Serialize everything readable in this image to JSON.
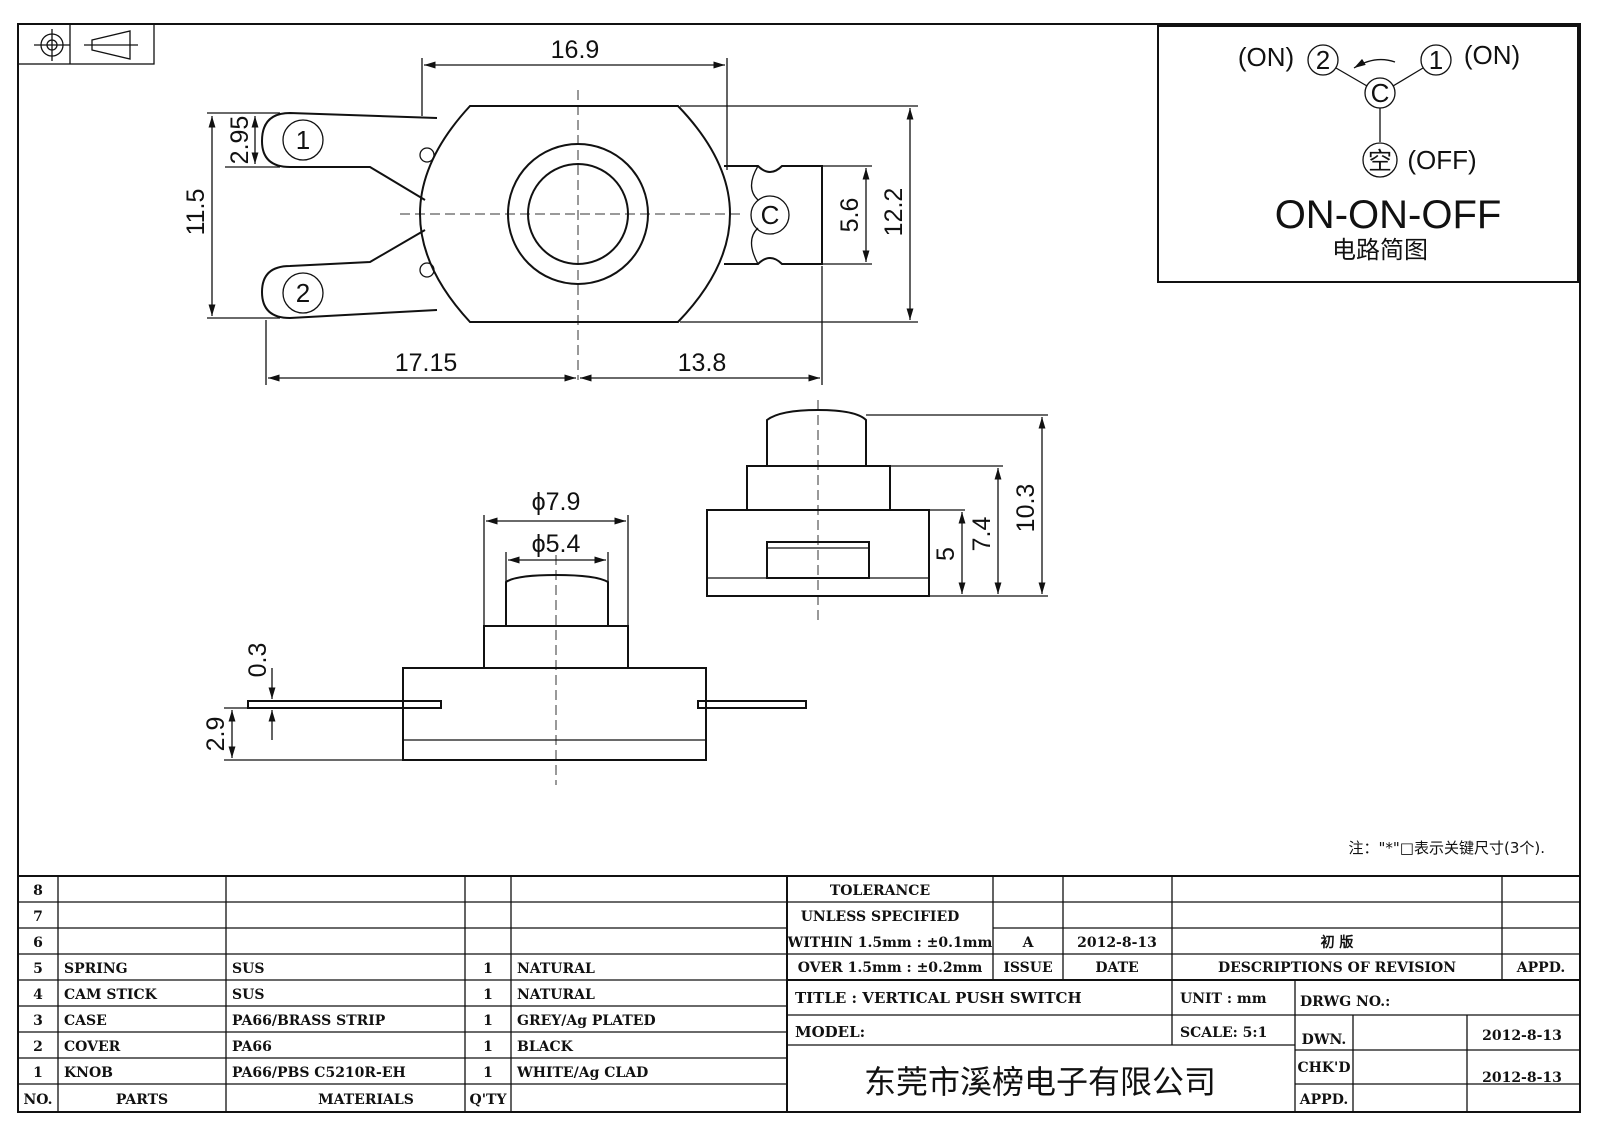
{
  "top_view": {
    "width_169": "16.9",
    "dim_295": "2.95",
    "dim_115": "11.5",
    "dim_56": "5.6",
    "dim_122": "12.2",
    "dim_1715": "17.15",
    "dim_138": "13.8",
    "term_1": "1",
    "term_2": "2",
    "term_c": "C"
  },
  "side_view": {
    "phi79": "ϕ7.9",
    "phi54": "ϕ5.4",
    "dim_03": "0.3",
    "dim_29": "2.9"
  },
  "front_view": {
    "dim_5": "5",
    "dim_74": "7.4",
    "dim_103": "10.3"
  },
  "circuit": {
    "on_left": "(ON)",
    "on_right": "(ON)",
    "off": "(OFF)",
    "n2": "2",
    "n1": "1",
    "nc": "C",
    "nempty": "空",
    "title": "ON-ON-OFF",
    "subtitle": "电路简图"
  },
  "note": "注：\"*\"□表示关键尺寸(3个).",
  "parts": [
    {
      "no": "8",
      "part": "",
      "material": "",
      "qty": "",
      "finish": ""
    },
    {
      "no": "7",
      "part": "",
      "material": "",
      "qty": "",
      "finish": ""
    },
    {
      "no": "6",
      "part": "",
      "material": "",
      "qty": "",
      "finish": ""
    },
    {
      "no": "5",
      "part": "SPRING",
      "material": "SUS",
      "qty": "1",
      "finish": "NATURAL"
    },
    {
      "no": "4",
      "part": "CAM STICK",
      "material": "SUS",
      "qty": "1",
      "finish": "NATURAL"
    },
    {
      "no": "3",
      "part": "CASE",
      "material": "PA66/BRASS STRIP",
      "qty": "1",
      "finish": "GREY/Ag PLATED"
    },
    {
      "no": "2",
      "part": "COVER",
      "material": "PA66",
      "qty": "1",
      "finish": "BLACK"
    },
    {
      "no": "1",
      "part": "KNOB",
      "material": "PA66/PBS C5210R-EH",
      "qty": "1",
      "finish": "WHITE/Ag CLAD"
    }
  ],
  "parts_header": {
    "no": "NO.",
    "part": "PARTS",
    "material": "MATERIALS",
    "qty": "Q'TY"
  },
  "tolerance": {
    "l1": "TOLERANCE",
    "l2": "UNLESS  SPECIFIED",
    "l3": "WITHIN 1.5mm : ±0.1mm",
    "l4": "OVER 1.5mm : ±0.2mm"
  },
  "revision": {
    "issue": "A",
    "date": "2012-8-13",
    "desc": "初  版",
    "h_issue": "ISSUE",
    "h_date": "DATE",
    "h_desc": "DESCRIPTIONS OF REVISION",
    "h_appd": "APPD."
  },
  "title_block": {
    "title": "TITLE :  VERTICAL PUSH SWITCH",
    "model": "MODEL:",
    "unit": "UNIT :  mm",
    "scale": "SCALE:  5:1",
    "drwg": "DRWG NO.:",
    "dwn": "DWN.",
    "chkd": "CHK'D",
    "appd": "APPD.",
    "dwn_date": "2012-8-13",
    "chkd_date": "2012-8-13",
    "company": "东莞市溪榜电子有限公司"
  }
}
